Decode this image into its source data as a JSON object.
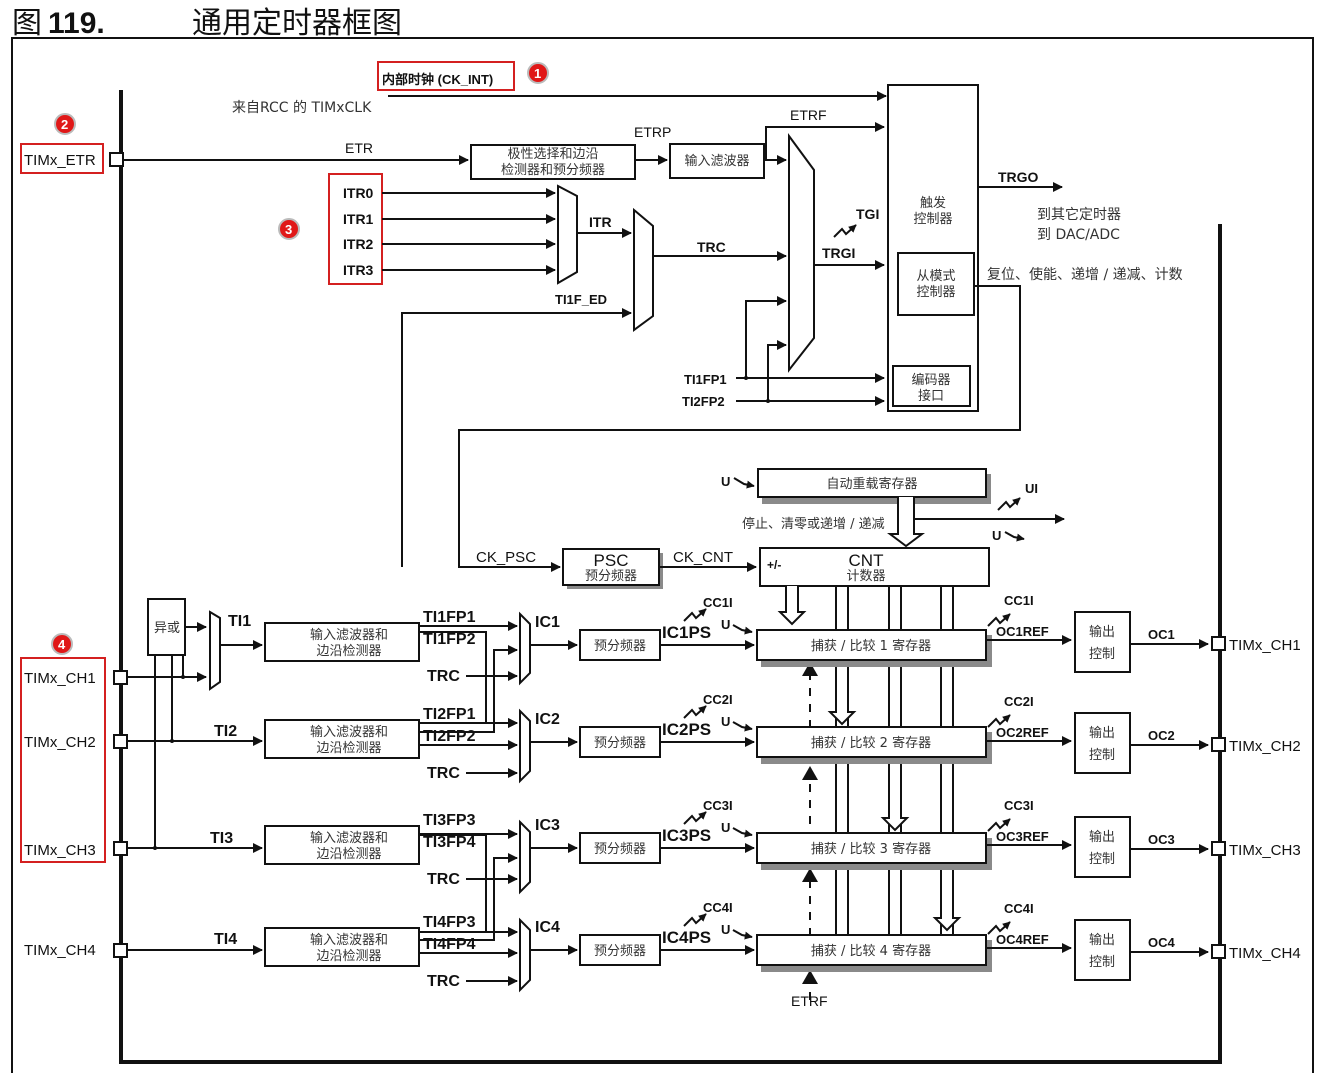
{
  "figure": {
    "prefix": "图",
    "number": "119.",
    "title": "通用定时器框图"
  },
  "badges": [
    "1",
    "2",
    "3",
    "4"
  ],
  "clock": {
    "internal": "内部时钟 (CK_INT)",
    "rcc": "来自RCC 的 TIMxCLK"
  },
  "pins_left": [
    "TIMx_ETR",
    "TIMx_CH1",
    "TIMx_CH2",
    "TIMx_CH3",
    "TIMx_CH4"
  ],
  "pins_right": [
    "TIMx_CH1",
    "TIMx_CH2",
    "TIMx_CH3",
    "TIMx_CH4"
  ],
  "etr": {
    "etr": "ETR",
    "etrp": "ETRP",
    "etrf": "ETRF",
    "polarity_block": [
      "极性选择和边沿",
      "检测器和预分频器"
    ],
    "filter_block": "输入滤波器"
  },
  "itr": {
    "inputs": [
      "ITR0",
      "ITR1",
      "ITR2",
      "ITR3"
    ],
    "itr": "ITR",
    "trc": "TRC",
    "ti1f_ed": "TI1F_ED",
    "tgi": "TGI",
    "trgi": "TRGI",
    "ti1fp1": "TI1FP1",
    "ti2fp2": "TI2FP2"
  },
  "controller": {
    "trigger": [
      "触发",
      "控制器"
    ],
    "slave": [
      "从模式",
      "控制器"
    ],
    "encoder": [
      "编码器",
      "接口"
    ],
    "trgo": "TRGO",
    "trgo_dest": [
      "到其它定时器",
      "到 DAC/ADC"
    ],
    "slave_action": "复位、使能、递增 / 递减、计数"
  },
  "counter": {
    "arr": "自动重载寄存器",
    "u": "U",
    "ui": "UI",
    "stop_note": "停止、清零或递增 / 递减",
    "ck_psc": "CK_PSC",
    "psc": "PSC",
    "psc_sub": "预分频器",
    "ck_cnt": "CK_CNT",
    "cnt": "CNT",
    "cnt_sub": "计数器",
    "updown": "+/-"
  },
  "xor": "异或",
  "channels": [
    {
      "ti": "TI1",
      "filter": [
        "输入滤波器和",
        "边沿检测器"
      ],
      "fp_a": "TI1FP1",
      "fp_b": "TI1FP2",
      "trc": "TRC",
      "ic": "IC1",
      "prescaler": "预分频器",
      "icps": "IC1PS",
      "cci": "CC1I",
      "u": "U",
      "reg": "捕获 / 比较 1 寄存器",
      "cci_out": "CC1I",
      "ocref": "OC1REF",
      "out_ctrl": [
        "输出",
        "控制"
      ],
      "oc": "OC1"
    },
    {
      "ti": "TI2",
      "filter": [
        "输入滤波器和",
        "边沿检测器"
      ],
      "fp_a": "TI2FP1",
      "fp_b": "TI2FP2",
      "trc": "TRC",
      "ic": "IC2",
      "prescaler": "预分频器",
      "icps": "IC2PS",
      "cci": "CC2I",
      "u": "U",
      "reg": "捕获 / 比较 2 寄存器",
      "cci_out": "CC2I",
      "ocref": "OC2REF",
      "out_ctrl": [
        "输出",
        "控制"
      ],
      "oc": "OC2"
    },
    {
      "ti": "TI3",
      "filter": [
        "输入滤波器和",
        "边沿检测器"
      ],
      "fp_a": "TI3FP3",
      "fp_b": "TI3FP4",
      "trc": "TRC",
      "ic": "IC3",
      "prescaler": "预分频器",
      "icps": "IC3PS",
      "cci": "CC3I",
      "u": "U",
      "reg": "捕获 / 比较 3 寄存器",
      "cci_out": "CC3I",
      "ocref": "OC3REF",
      "out_ctrl": [
        "输出",
        "控制"
      ],
      "oc": "OC3"
    },
    {
      "ti": "TI4",
      "filter": [
        "输入滤波器和",
        "边沿检测器"
      ],
      "fp_a": "TI4FP3",
      "fp_b": "TI4FP4",
      "trc": "TRC",
      "ic": "IC4",
      "prescaler": "预分频器",
      "icps": "IC4PS",
      "cci": "CC4I",
      "u": "U",
      "reg": "捕获 / 比较 4 寄存器",
      "cci_out": "CC4I",
      "ocref": "OC4REF",
      "out_ctrl": [
        "输出",
        "控制"
      ],
      "oc": "OC4"
    }
  ],
  "etrf_bottom": "ETRF",
  "colors": {
    "highlight": "#d42020",
    "badge": "#e01818",
    "shadow": "#8a8a8a",
    "line": "#111111"
  }
}
